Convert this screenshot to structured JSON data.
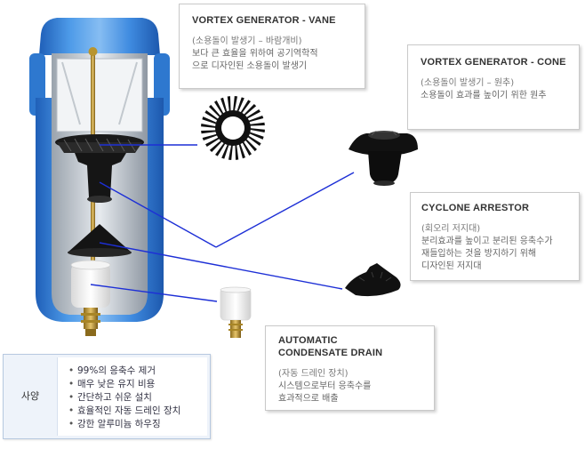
{
  "callouts": {
    "vane": {
      "title": "VORTEX GENERATOR - VANE",
      "subtitle": "(소용돌이 발생기 – 바람개비)",
      "desc_line1": "보다 큰 효율을 위하여 공기역학적",
      "desc_line2": "으로 디자인된 소용돌이 발생기"
    },
    "cone": {
      "title": "VORTEX GENERATOR - CONE",
      "subtitle": "(소용돌이 발생기 – 원추)",
      "desc_line1": "소용돌이 효과를 높이기 위한 원추"
    },
    "cyclone": {
      "title": "CYCLONE ARRESTOR",
      "subtitle": "(회오리 저지대)",
      "desc_line1": "분리효과를 높이고 분리된 응축수가",
      "desc_line2": "재들입하는 것을 방지하기 위해",
      "desc_line3": "디자인된 저지대"
    },
    "drain": {
      "title_line1": "AUTOMATIC",
      "title_line2": "CONDENSATE DRAIN",
      "subtitle": "(자동 드레인 장치)",
      "desc_line1": "시스템으로부터 응축수를",
      "desc_line2": "효과적으로 배출"
    }
  },
  "spec": {
    "label": "사양",
    "items": [
      "99%의 응축수 제거",
      "매우 낮은 유지 비용",
      "간단하고 쉬운 설치",
      "효율적인 자동 드레인 장치",
      "강한 알루미늄 하우징"
    ]
  },
  "colors": {
    "connector_line": "#1d2fd6",
    "housing_blue": "#2f7fd8",
    "housing_light": "#7fb6ee",
    "part_black": "#111111"
  },
  "icons": {
    "filter": "cutaway-filter-housing",
    "vane": "vortex-vane-part",
    "cone": "vortex-cone-part",
    "cyclone": "cyclone-arrestor-part",
    "drain": "condensate-drain-part"
  }
}
